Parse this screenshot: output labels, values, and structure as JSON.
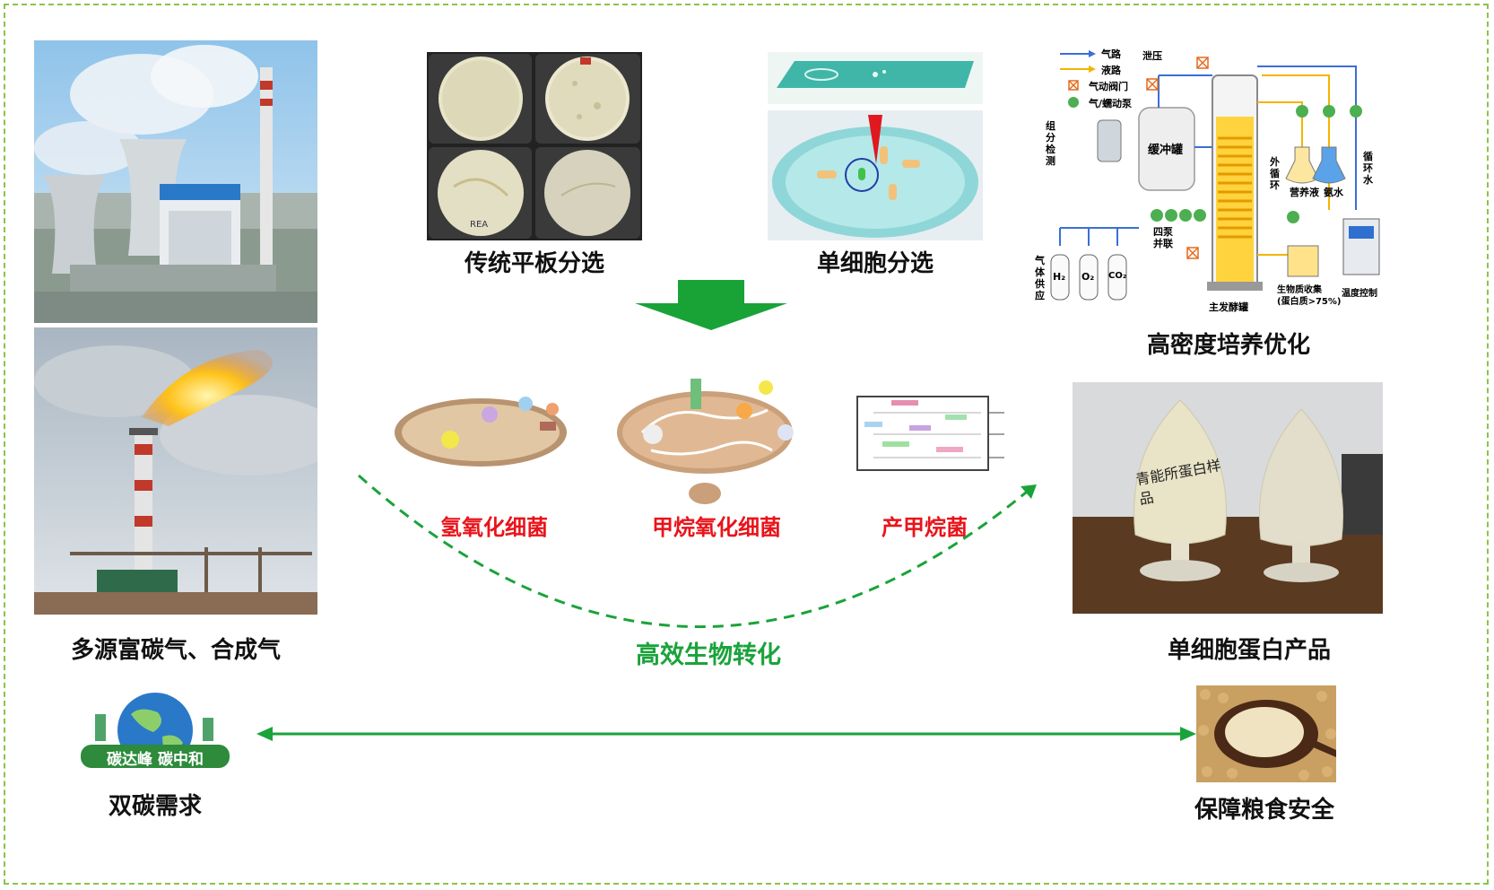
{
  "labels": {
    "source_gas": "多源富碳气、合成气",
    "plate_screening": "传统平板分选",
    "single_cell_screening": "单细胞分选",
    "high_density_culture": "高密度培养优化",
    "hydrogen_bacteria": "氢氧化细菌",
    "methane_bacteria": "甲烷氧化细菌",
    "methanogen": "产甲烷菌",
    "bioconversion": "高效生物转化",
    "scp_product": "单细胞蛋白产品",
    "dual_carbon": "双碳需求",
    "food_security": "保障粮食安全"
  },
  "reactor_legend": [
    "气路",
    "液路",
    "气动阀门",
    "气/蠕动泵"
  ],
  "reactor_text": {
    "relief": "泄压",
    "buffer_tank": "缓冲罐",
    "component_detect": "组分检测",
    "external_loop": "外循环",
    "circulating_water": "循环水",
    "nutrient": "营养液",
    "ammonia": "氨水",
    "four_pumps": "四泵并联",
    "gas_supply": "气体供应",
    "h2": "H₂",
    "o2": "O₂",
    "co2": "CO₂",
    "main_fermenter": "主发酵罐",
    "biomass_collect": "生物质收集",
    "protein_content": "(蛋白质>75%)",
    "temp_control": "温度控制"
  },
  "logo_text": "碳达峰 碳中和",
  "bottle_text": "青能所蛋白样品",
  "colors": {
    "green_arrow": "#1aa33a",
    "red_label": "#e8141a",
    "frame": "#8bc34a",
    "gas_line": "#3a6fd8",
    "liquid_line": "#f5b400"
  }
}
